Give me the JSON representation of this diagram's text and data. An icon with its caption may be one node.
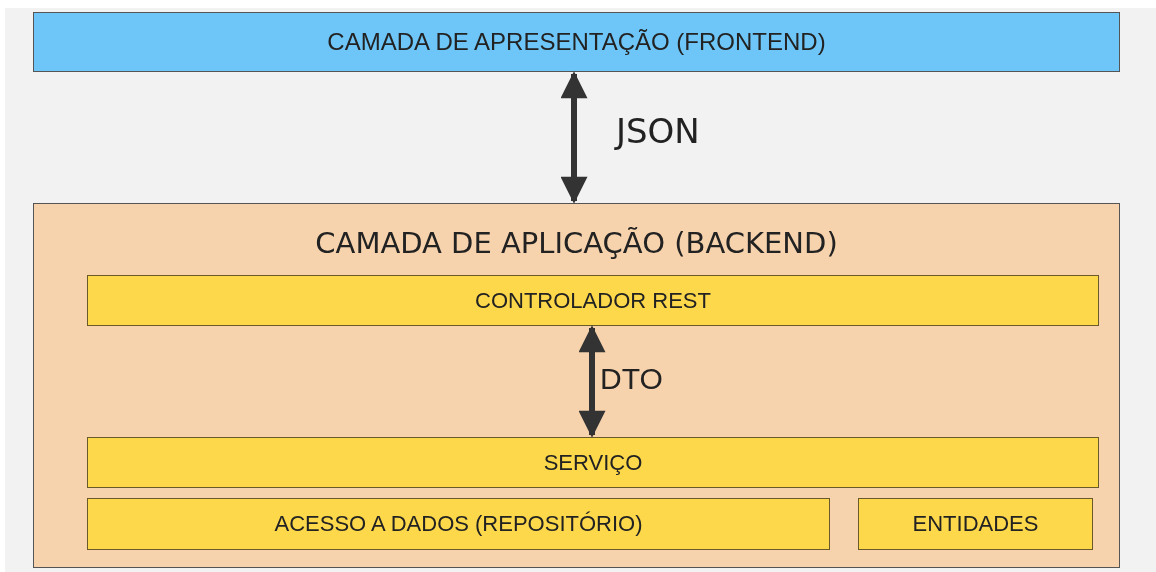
{
  "diagram": {
    "nodes": [
      {
        "text": [
          "CAMADA DE APRESENTAÇÃO (FRONTEND)"
        ]
      },
      {
        "text": [
          "CAMADA DE APLICAÇÃO (BACKEND)"
        ]
      },
      {
        "text": [
          "CONTROLADOR REST"
        ],
        "in": 1
      },
      {
        "text": [
          "SERVIÇO"
        ],
        "in": 1
      },
      {
        "text": [
          "ACESSO A DADOS (REPOSITÓRIO)"
        ],
        "in": 1
      },
      {
        "text": [
          "ENTIDADES"
        ],
        "in": 1
      }
    ],
    "edges": [
      {
        "from": 0,
        "to": 1,
        "arrow": "both",
        "label": "JSON"
      },
      {
        "from": 2,
        "to": 3,
        "arrow": "both",
        "label": "DTO"
      }
    ]
  }
}
